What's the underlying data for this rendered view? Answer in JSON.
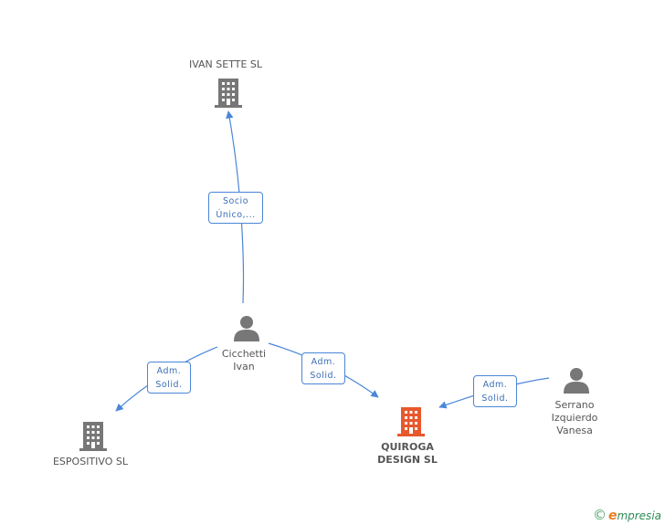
{
  "nodes": {
    "ivan_sette": {
      "label": "IVAN SETTE SL"
    },
    "cicchetti": {
      "label_line1": "Cicchetti",
      "label_line2": "Ivan"
    },
    "espositivo": {
      "label": "ESPOSITIVO SL"
    },
    "quiroga": {
      "label_line1": "QUIROGA",
      "label_line2": "DESIGN SL"
    },
    "serrano": {
      "label_line1": "Serrano",
      "label_line2": "Izquierdo",
      "label_line3": "Vanesa"
    }
  },
  "edges": {
    "socio_unico": {
      "line1": "Socio",
      "line2": "Único,..."
    },
    "adm_espositivo": {
      "line1": "Adm.",
      "line2": "Solid."
    },
    "adm_quiroga_cicchetti": {
      "line1": "Adm.",
      "line2": "Solid."
    },
    "adm_quiroga_serrano": {
      "line1": "Adm.",
      "line2": "Solid."
    }
  },
  "colors": {
    "edge": "#4a86d9",
    "company": "#777777",
    "focus_company": "#e8582c",
    "person": "#777777"
  },
  "branding": {
    "copyright": "©",
    "name_initial": "e",
    "name_rest": "mpresia"
  }
}
